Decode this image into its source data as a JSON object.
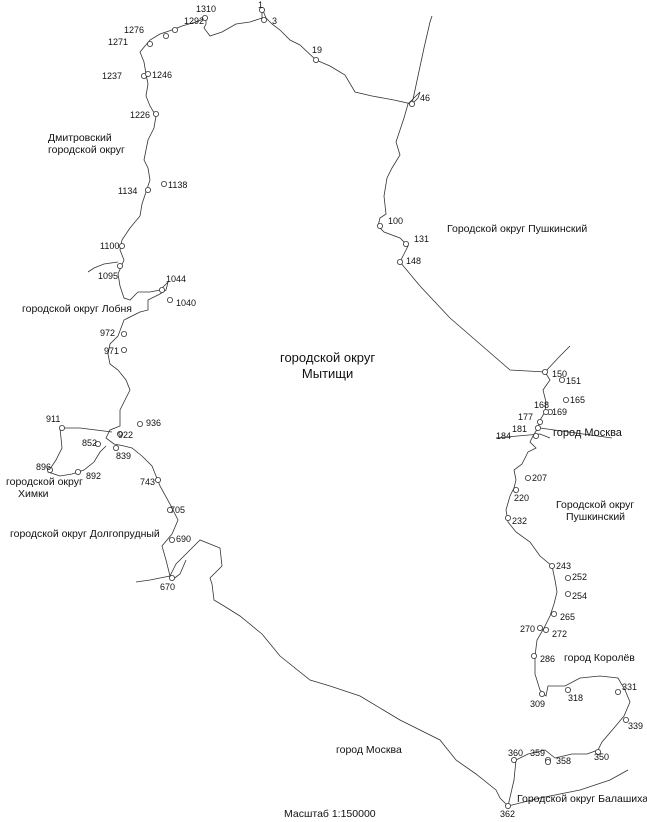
{
  "regions": {
    "dmitrov": [
      "Дмитровский",
      "городской округ"
    ],
    "pushkino_north": "Городской округ Пушкинский",
    "lobnya": "городской округ Лобня",
    "mytishchi": [
      "городской округ",
      "Мытищи"
    ],
    "moscow_east": "город Москва",
    "khimki": [
      "городской округ",
      "Химки"
    ],
    "pushkino_south": [
      "Городской округ",
      "Пушкинский"
    ],
    "dolgoprudny": "городской округ Долгопрудный",
    "korolev": "город Королёв",
    "moscow_south": "город Москва",
    "balashikha": "Городской округ Балашиха"
  },
  "scale_label": "Масштаб 1:150000",
  "points": [
    {
      "label": "1"
    },
    {
      "label": "3"
    },
    {
      "label": "1310"
    },
    {
      "label": "1292"
    },
    {
      "label": "1276"
    },
    {
      "label": "1271"
    },
    {
      "label": "19"
    },
    {
      "label": "1237"
    },
    {
      "label": "1246"
    },
    {
      "label": "46"
    },
    {
      "label": "1226"
    },
    {
      "label": "1134"
    },
    {
      "label": "1138"
    },
    {
      "label": "100"
    },
    {
      "label": "131"
    },
    {
      "label": "1100"
    },
    {
      "label": "148"
    },
    {
      "label": "1095"
    },
    {
      "label": "1044"
    },
    {
      "label": "1040"
    },
    {
      "label": "972"
    },
    {
      "label": "971"
    },
    {
      "label": "150"
    },
    {
      "label": "151"
    },
    {
      "label": "165"
    },
    {
      "label": "168"
    },
    {
      "label": "169"
    },
    {
      "label": "177"
    },
    {
      "label": "181"
    },
    {
      "label": "184"
    },
    {
      "label": "911"
    },
    {
      "label": "936"
    },
    {
      "label": "922"
    },
    {
      "label": "852"
    },
    {
      "label": "839"
    },
    {
      "label": "896"
    },
    {
      "label": "892"
    },
    {
      "label": "743"
    },
    {
      "label": "207"
    },
    {
      "label": "220"
    },
    {
      "label": "705"
    },
    {
      "label": "232"
    },
    {
      "label": "690"
    },
    {
      "label": "243"
    },
    {
      "label": "252"
    },
    {
      "label": "670"
    },
    {
      "label": "254"
    },
    {
      "label": "265"
    },
    {
      "label": "270"
    },
    {
      "label": "272"
    },
    {
      "label": "286"
    },
    {
      "label": "331"
    },
    {
      "label": "309"
    },
    {
      "label": "318"
    },
    {
      "label": "339"
    },
    {
      "label": "360"
    },
    {
      "label": "359"
    },
    {
      "label": "358"
    },
    {
      "label": "350"
    },
    {
      "label": "362"
    }
  ]
}
